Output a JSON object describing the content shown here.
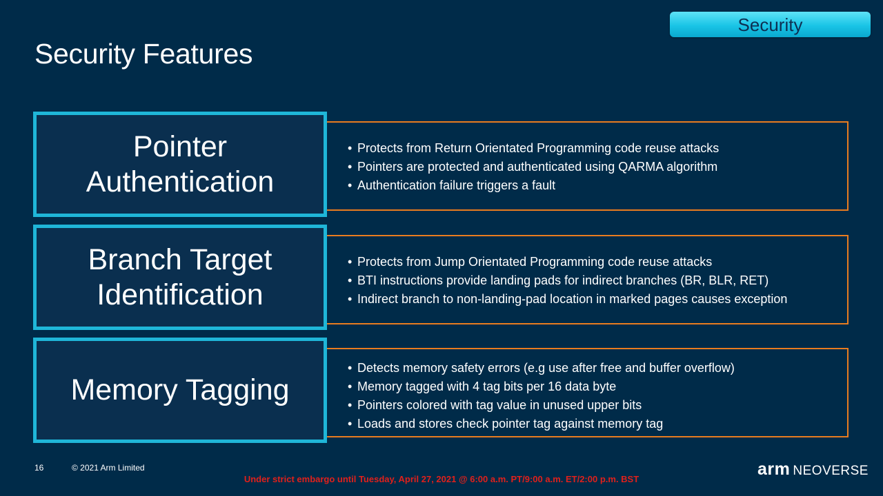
{
  "badge": "Security",
  "title": "Security Features",
  "features": [
    {
      "title": "Pointer Authentication",
      "bullets": [
        "Protects from Return Orientated Programming code reuse attacks",
        "Pointers are protected and authenticated using QARMA algorithm",
        "Authentication failure triggers a fault"
      ]
    },
    {
      "title": "Branch Target Identification",
      "bullets": [
        "Protects from Jump Orientated Programming code reuse attacks",
        "BTI instructions provide landing pads for indirect branches (BR, BLR, RET)",
        "Indirect branch to non-landing-pad location in marked pages causes exception"
      ]
    },
    {
      "title": "Memory Tagging",
      "bullets": [
        "Detects memory safety errors (e.g use after free and buffer overflow)",
        "Memory tagged with 4 tag bits per 16 data byte",
        "Pointers colored with tag value in unused upper bits",
        "Loads and stores check pointer tag against memory tag"
      ]
    }
  ],
  "footer": {
    "page_number": "16",
    "copyright": "© 2021 Arm Limited",
    "embargo": "Under strict embargo until Tuesday, April 27, 2021 @ 6:00 a.m. PT/9:00 a.m. ET/2:00 p.m. BST",
    "logo_arm": "arm",
    "logo_neoverse": "NEOVERSE"
  },
  "colors": {
    "background": "#002b49",
    "feature_border": "#1fb6d8",
    "desc_border": "#e97c1f",
    "embargo": "#e0201b"
  }
}
